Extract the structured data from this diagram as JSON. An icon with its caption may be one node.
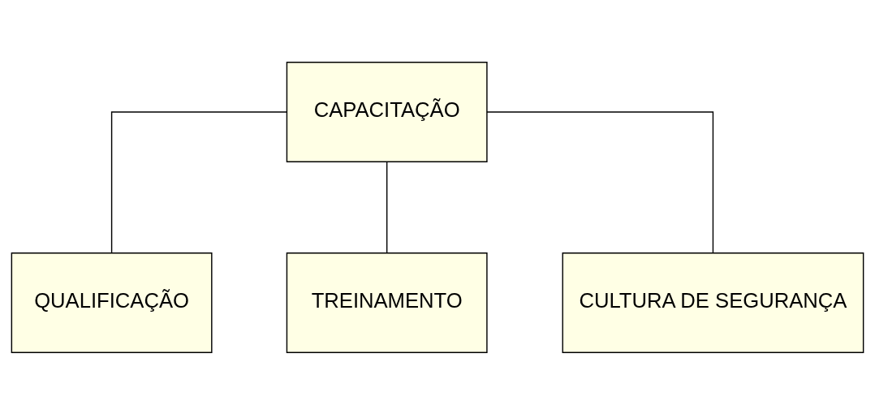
{
  "diagram": {
    "nodes": [
      {
        "text": [
          "CAPACITAÇÃO"
        ]
      },
      {
        "text": [
          "QUALIFICAÇÃO"
        ]
      },
      {
        "text": [
          "TREINAMENTO"
        ]
      },
      {
        "text": [
          "CULTURA DE SEGURANÇA"
        ]
      }
    ],
    "edges": [
      {
        "from": 0,
        "to": 1,
        "arrow": "none"
      },
      {
        "from": 0,
        "to": 2,
        "arrow": "none"
      },
      {
        "from": 0,
        "to": 3,
        "arrow": "none"
      }
    ]
  }
}
